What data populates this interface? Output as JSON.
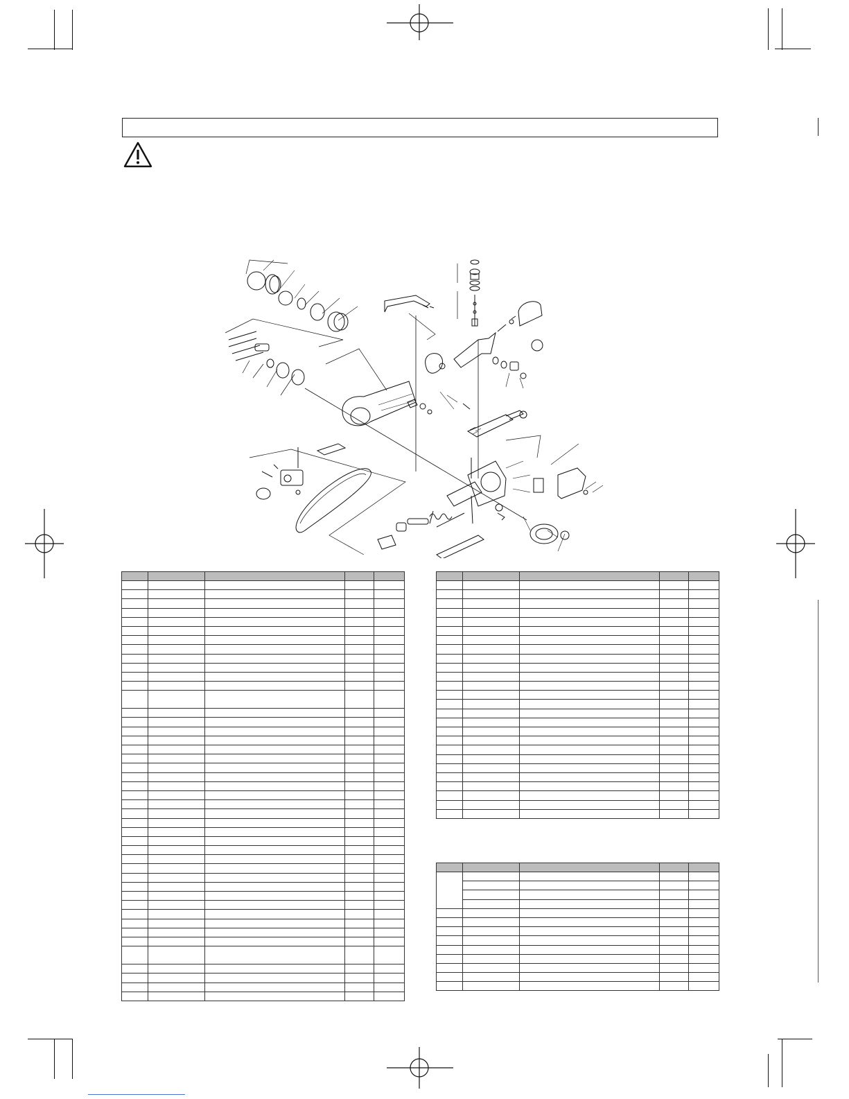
{
  "page": {
    "title": "",
    "warning_icon": "warning-triangle-icon",
    "colors": {
      "ink": "#111111",
      "header_fill": "#bcbcbc",
      "link": "#4a6fd6"
    }
  },
  "tables": {
    "left": {
      "columns": [
        "",
        "",
        "",
        "",
        ""
      ],
      "row_count": 44
    },
    "right_top": {
      "columns": [
        "",
        "",
        "",
        "",
        ""
      ],
      "row_count": 26
    },
    "right_bottom": {
      "columns": [
        "",
        "",
        "",
        "",
        ""
      ],
      "row_count": 13
    }
  }
}
